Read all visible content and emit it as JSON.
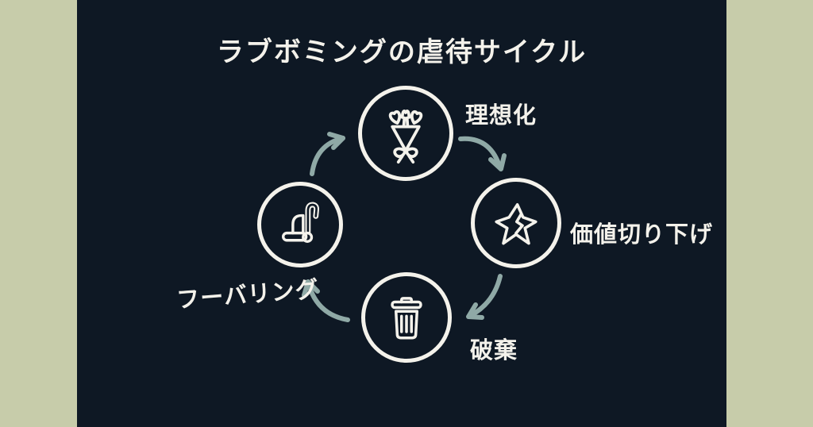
{
  "title": "ラブボミングの虐待サイクル",
  "colors": {
    "outer_background": "#c7ccaa",
    "panel_background": "#0e1824",
    "line_and_text": "#f4f2eb",
    "arrow": "#8fa9a6"
  },
  "cycle": {
    "direction": "clockwise",
    "nodes": [
      {
        "id": "idealization",
        "label": "理想化",
        "icon": "bouquet-icon",
        "position": "top"
      },
      {
        "id": "devaluation",
        "label": "価値切り下げ",
        "icon": "broken-star-icon",
        "position": "right"
      },
      {
        "id": "discard",
        "label": "破棄",
        "icon": "trash-icon",
        "position": "bottom"
      },
      {
        "id": "hoovering",
        "label": "フーバリング",
        "icon": "vacuum-icon",
        "position": "left"
      }
    ],
    "arrows": [
      {
        "from": "idealization",
        "to": "devaluation"
      },
      {
        "from": "devaluation",
        "to": "discard"
      },
      {
        "from": "discard",
        "to": "hoovering"
      },
      {
        "from": "hoovering",
        "to": "idealization"
      }
    ]
  }
}
